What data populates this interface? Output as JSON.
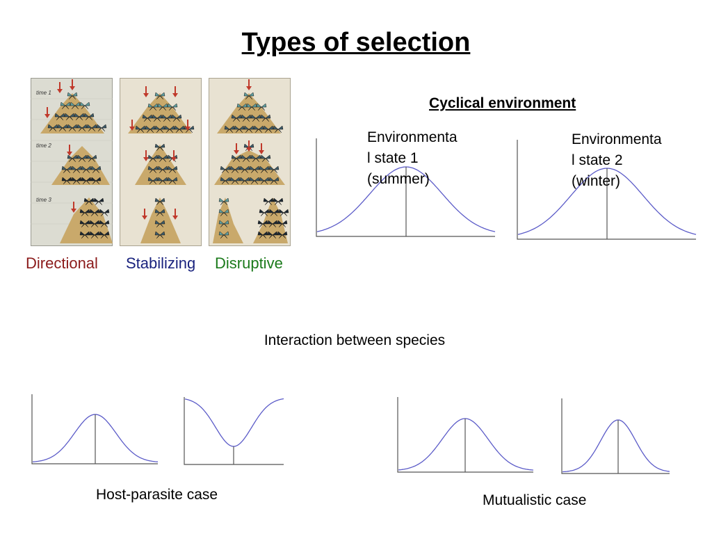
{
  "slide": {
    "title": "Types of selection"
  },
  "selection_panels": {
    "time_labels": [
      "time 1",
      "time 2",
      "time 3"
    ],
    "directional": {
      "label": "Directional",
      "color": "#8b1a1a"
    },
    "stabilizing": {
      "label": "Stabilizing",
      "color": "#1a237e"
    },
    "disruptive": {
      "label": "Disruptive",
      "color": "#1b7a1b"
    }
  },
  "cyclical": {
    "title": "Cyclical environment",
    "state1": "Environmenta\nl state 1\n(summer)",
    "state2": "Environmenta\nl state 2\n(winter)"
  },
  "interaction": {
    "heading": "Interaction between species",
    "host_parasite": "Host-parasite case",
    "mutualistic": "Mutualistic case"
  },
  "colors": {
    "curve": "#5b5bc8",
    "arrow": "#c0392b",
    "butterfly_light": "#5f9ea0",
    "butterfly_dark": "#1c2833"
  }
}
